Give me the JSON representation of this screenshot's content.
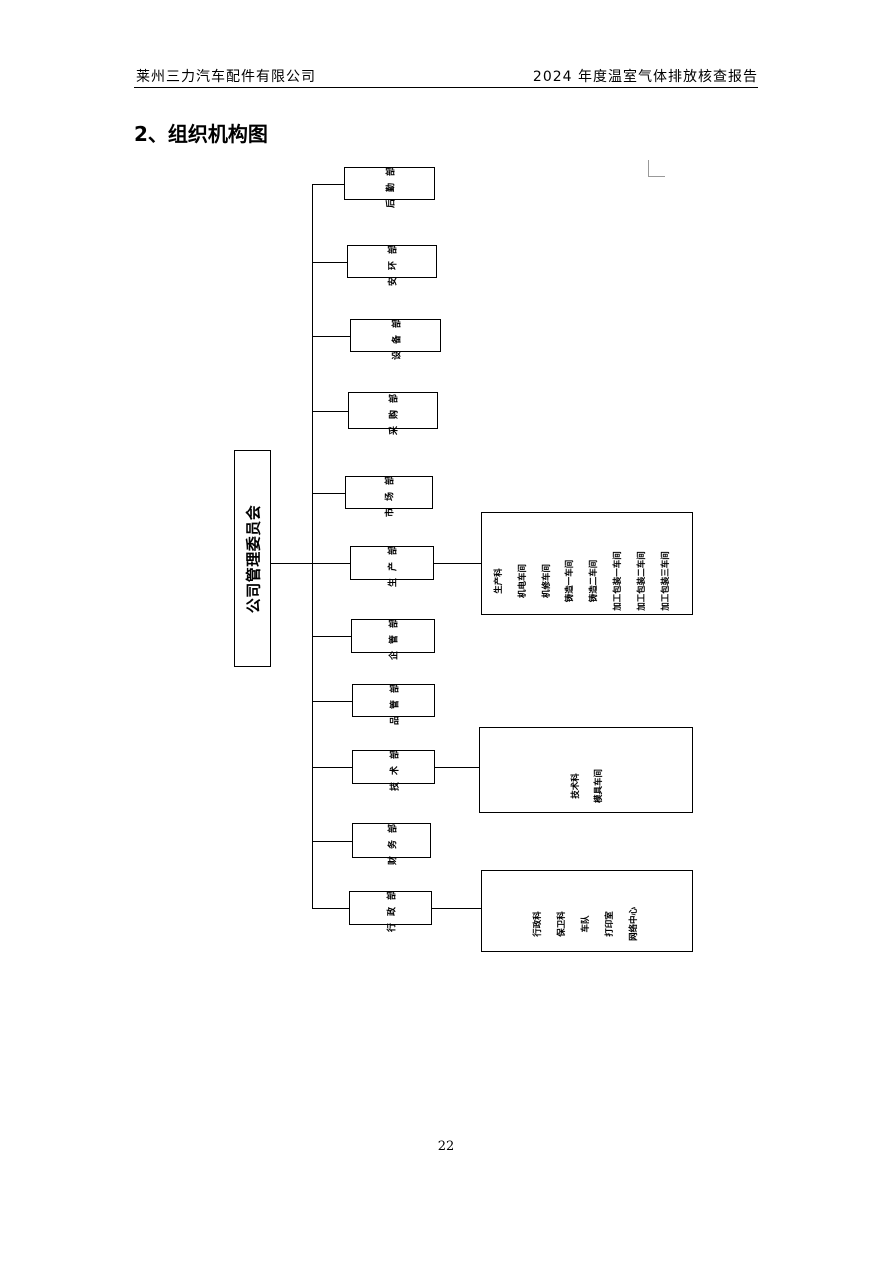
{
  "header": {
    "company": "莱州三力汽车配件有限公司",
    "report_title": "2024 年度温室气体排放核查报告"
  },
  "section_title": "2、组织机构图",
  "org_chart": {
    "board": "公司管理委员会",
    "departments": [
      {
        "name": "后勤部",
        "sub": []
      },
      {
        "name": "安环部",
        "sub": []
      },
      {
        "name": "设备部",
        "sub": []
      },
      {
        "name": "采购部",
        "sub": []
      },
      {
        "name": "市场部",
        "sub": []
      },
      {
        "name": "生产部",
        "sub": [
          "生产科",
          "机电车间",
          "机修车间",
          "铸造一车间",
          "铸造二车间",
          "加工包装一车间",
          "加工包装二车间",
          "加工包装三车间"
        ]
      },
      {
        "name": "企管部",
        "sub": []
      },
      {
        "name": "品管部",
        "sub": []
      },
      {
        "name": "技术部",
        "sub": [
          "技术科",
          "模具车间"
        ]
      },
      {
        "name": "财务部",
        "sub": []
      },
      {
        "name": "行政部",
        "sub": [
          "行政科",
          "保卫科",
          "车队",
          "打印室",
          "网络中心"
        ]
      }
    ]
  },
  "page_number": "22"
}
